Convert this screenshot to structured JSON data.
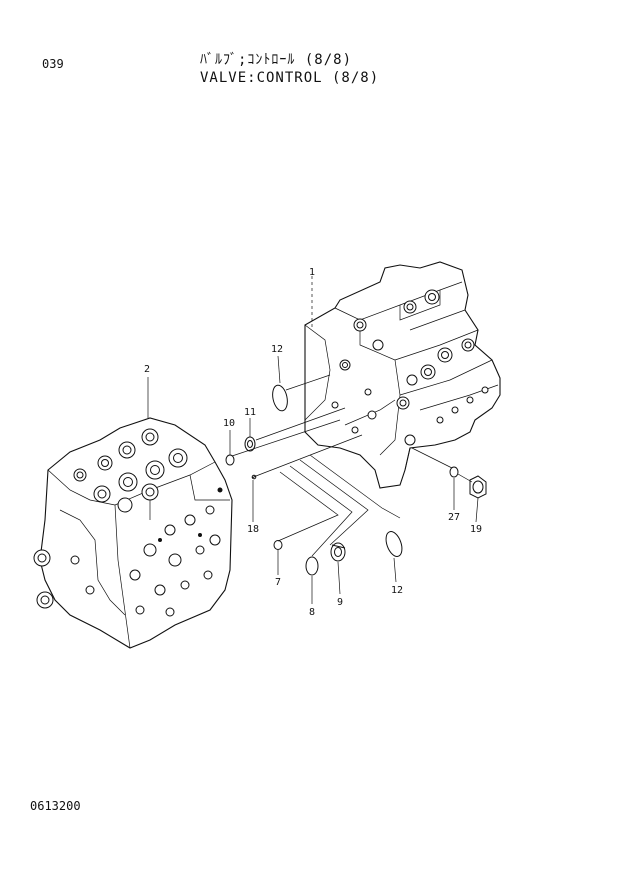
{
  "header": {
    "page_number": "039",
    "title_jp": "ﾊﾞﾙﾌﾞ;ｺﾝﾄﾛｰﾙ (8/8)",
    "title_en": "VALVE:CONTROL (8/8)"
  },
  "footer": {
    "drawing_code": "0613200"
  },
  "callouts": {
    "c1": "1",
    "c2": "2",
    "c7": "7",
    "c8": "8",
    "c9": "9",
    "c10": "10",
    "c11": "11",
    "c12a": "12",
    "c12b": "12",
    "c18": "18",
    "c19": "19",
    "c27": "27"
  }
}
